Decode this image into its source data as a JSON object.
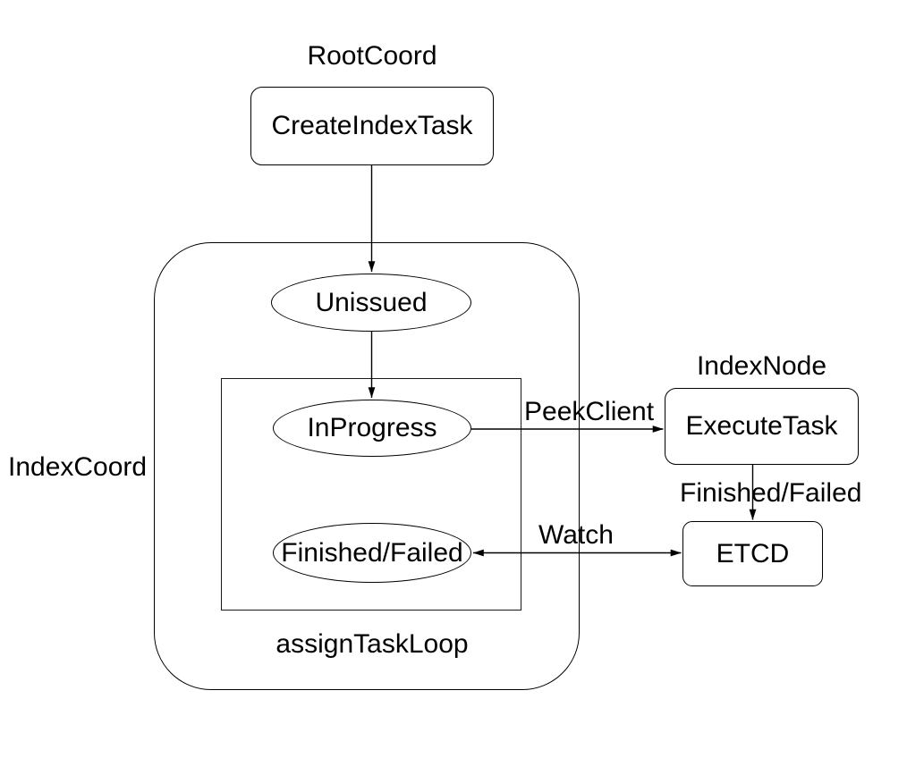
{
  "diagram": {
    "labels": {
      "root_coord": "RootCoord",
      "index_node": "IndexNode",
      "index_coord": "IndexCoord",
      "assign_task_loop": "assignTaskLoop"
    },
    "nodes": {
      "create_index_task": "CreateIndexTask",
      "unissued": "Unissued",
      "in_progress": "InProgress",
      "finished_failed": "Finished/Failed",
      "execute_task": "ExecuteTask",
      "etcd": "ETCD"
    },
    "edges": {
      "peek_client": "PeekClient",
      "finished_failed": "Finished/Failed",
      "watch": "Watch"
    },
    "colors": {
      "background": "#ffffff",
      "stroke": "#000000",
      "text": "#000000"
    }
  }
}
